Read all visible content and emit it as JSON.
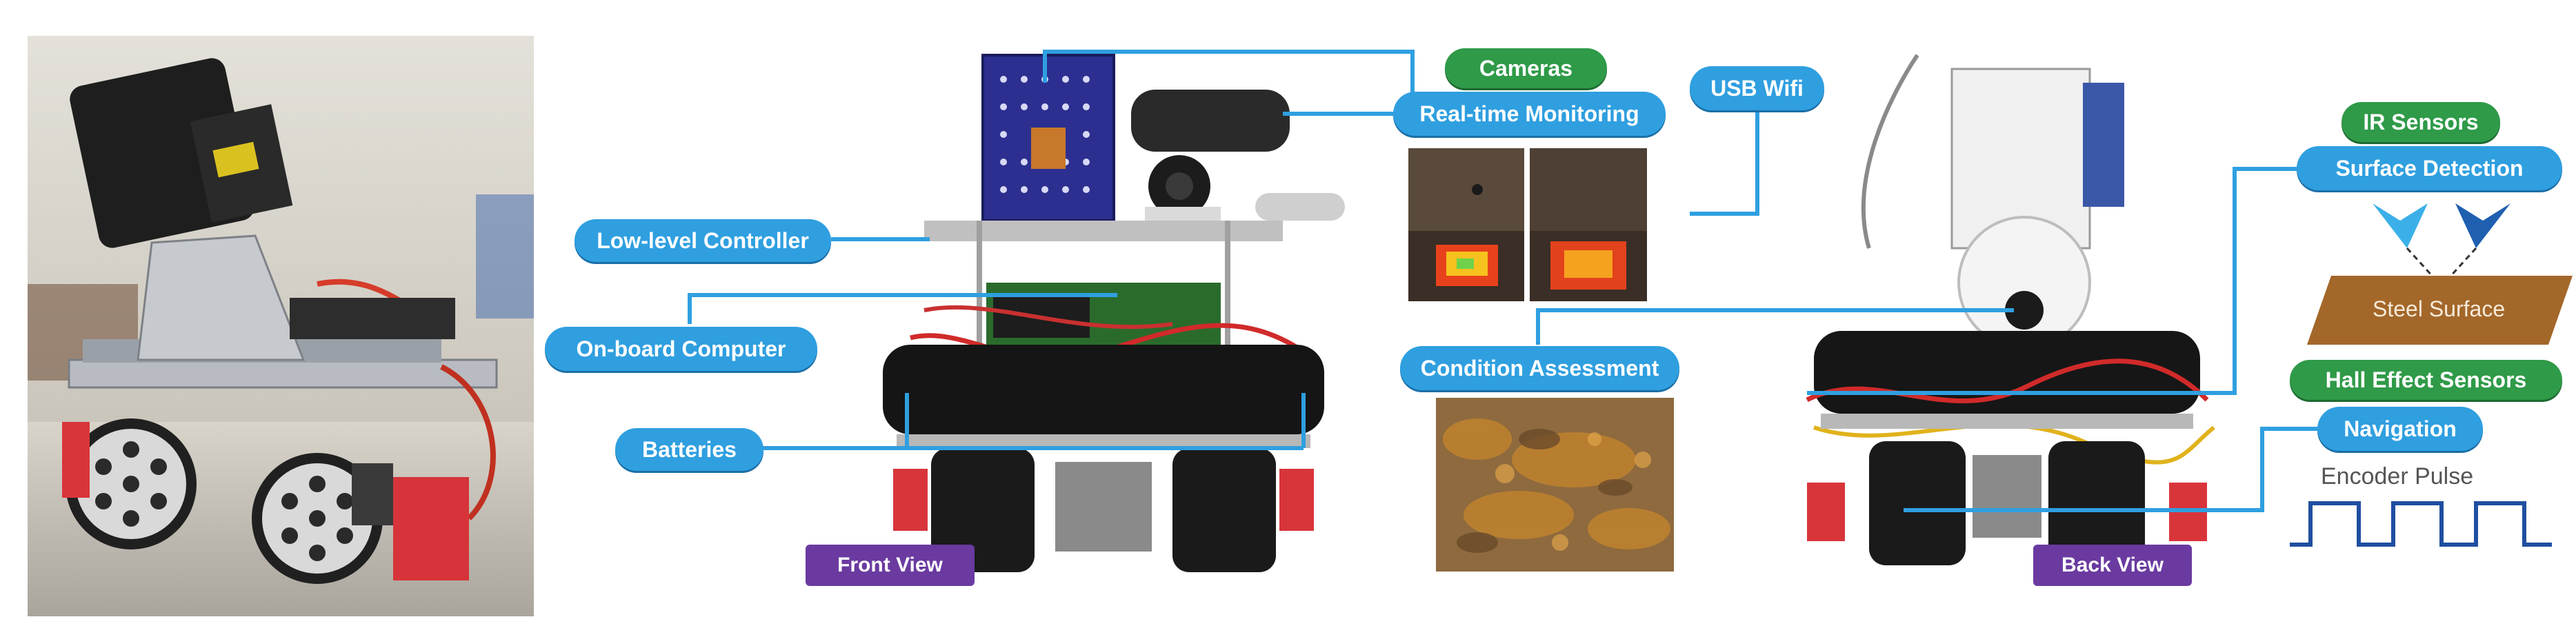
{
  "labels": {
    "cameras": "Cameras",
    "real_time_monitoring": "Real-time Monitoring",
    "usb_wifi": "USB Wifi",
    "low_level_controller": "Low-level Controller",
    "on_board_computer": "On-board Computer",
    "condition_assessment": "Condition Assessment",
    "batteries": "Batteries",
    "front_view": "Front View",
    "back_view": "Back View",
    "ir_sensors": "IR Sensors",
    "surface_detection": "Surface Detection",
    "steel_surface": "Steel Surface",
    "hall_effect_sensors": "Hall Effect Sensors",
    "navigation": "Navigation",
    "encoder_pulse": "Encoder Pulse"
  },
  "colors": {
    "label_blue": "#2f9fe0",
    "label_green": "#2f9a48",
    "view_tag_purple": "#6a3aa0",
    "ir_arrow_light": "#3bb0e8",
    "ir_arrow_dark": "#1f5fb0",
    "steel_surface": "#a3672a",
    "pulse_line": "#1f4fa0"
  }
}
